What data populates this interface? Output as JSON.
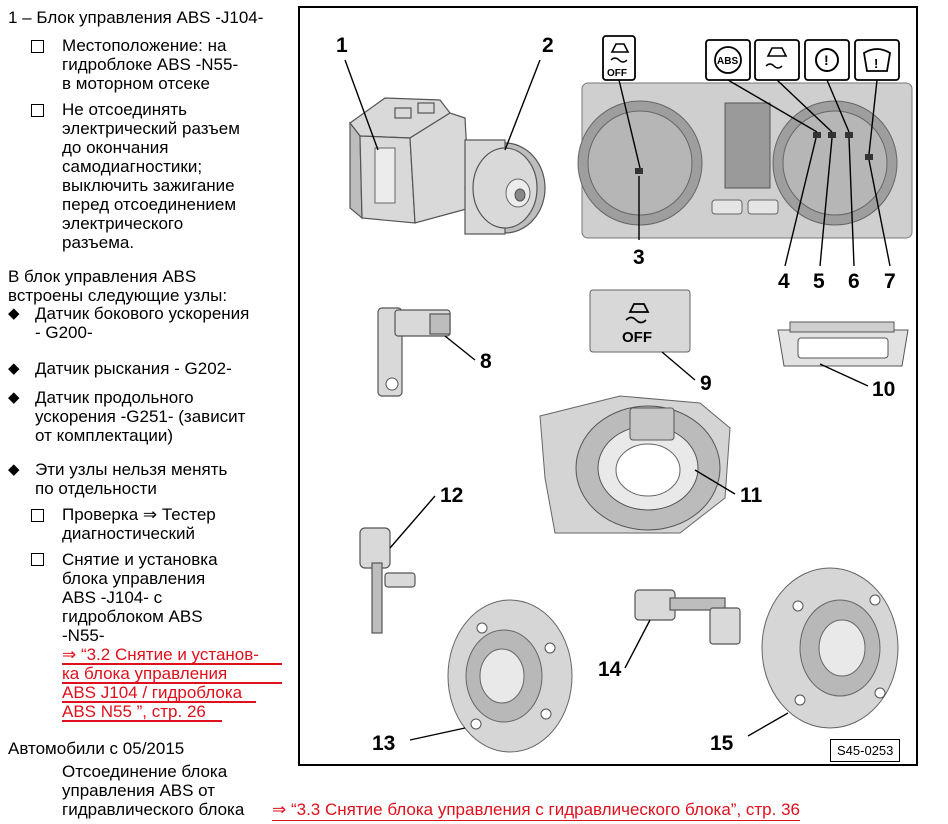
{
  "component": {
    "title": "1 – Блок управления ABS -J104-",
    "location": "Местоположение: на\nгидроблоке ABS -N55-\nв моторном отсеке",
    "disconnect_note": "Не отсоединять\nэлектрический разъем\nдо окончания\nсамодиагностики;\nвыключить зажигание\nперед отсоединением\nэлектрического\nразъема."
  },
  "integrated": {
    "intro": "В блок управления ABS\nвстроены следующие узлы:",
    "sensors": [
      "Датчик бокового ускорения\n- G200-",
      "Датчик рыскания - G202-",
      "Датчик продольного\nускорения -G251- (зависит\nот комплектации)",
      "Эти узлы нельзя менять\nпо отдельности"
    ],
    "check": "Проверка ⇒ Тестер\nдиагностический",
    "removal": "Снятие и установка\nблока управления\nABS -J104- с\nгидроблоком ABS\n-N55-",
    "removal_link": "⇒ “3.2 Снятие и установ-\nка блока управления\nABS  J104 / гидроблока\nABS N55 ”, стр. 26"
  },
  "vehicles": {
    "heading": "Автомобили с 05/2015",
    "disconnect": "Отсоединение блока\nуправления ABS от\nгидравлического блока",
    "link": "⇒ “3.3 Снятие блока управления с гидравлического блока”, стр. 36"
  },
  "figure": {
    "callouts": [
      "1",
      "2",
      "3",
      "4",
      "5",
      "6",
      "7",
      "8",
      "9",
      "10",
      "11",
      "12",
      "13",
      "14",
      "15"
    ],
    "icon_off_label": "OFF",
    "icon_abs_label": "ABS",
    "button_off_label": "OFF",
    "reference": "S45-0253"
  }
}
